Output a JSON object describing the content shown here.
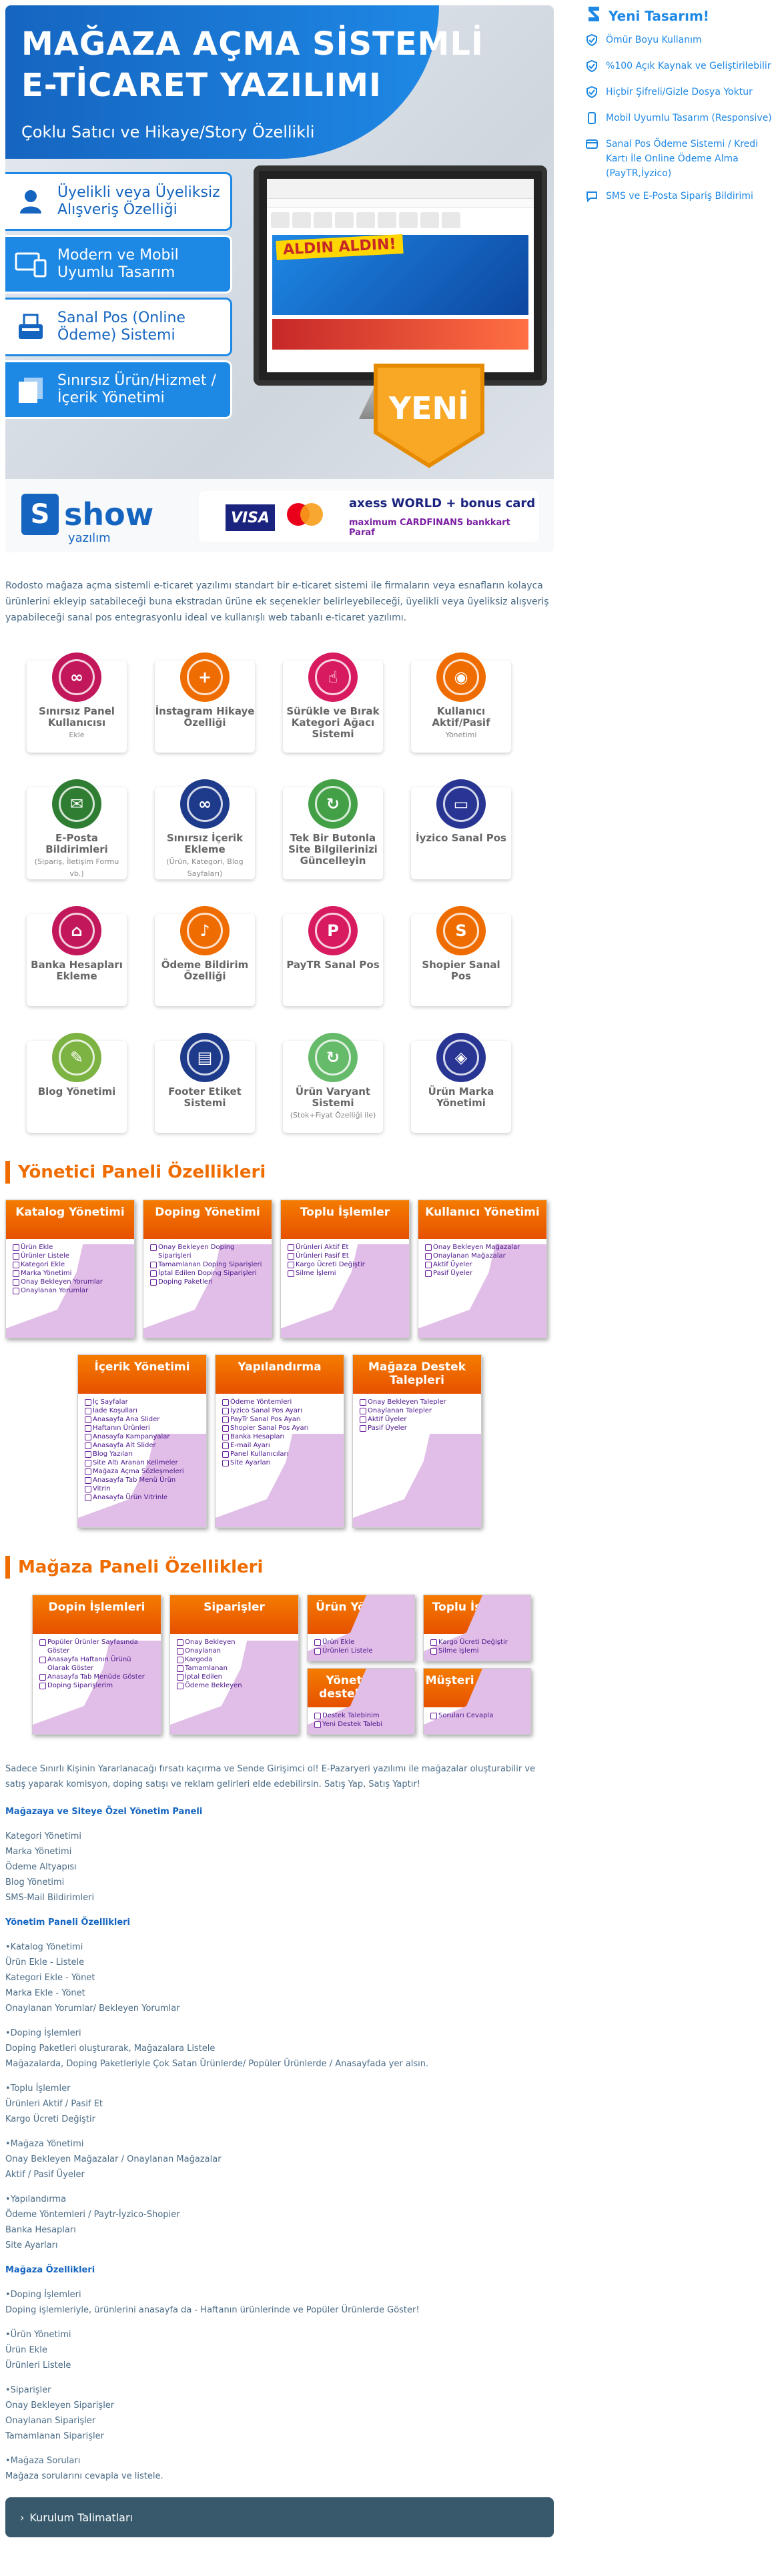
{
  "banner": {
    "title_line1": "MAĞAZA AÇMA SİSTEMLİ",
    "title_line2": "E-TİCARET YAZILIMI",
    "subtitle": "Çoklu Satıcı ve Hikaye/Story Özellikli",
    "features": [
      {
        "label": "Üyelikli veya Üyeliksiz Alışveriş Özelliği",
        "icon": "user-icon"
      },
      {
        "label": "Modern ve Mobil Uyumlu Tasarım",
        "icon": "devices-icon"
      },
      {
        "label": "Sanal Pos (Online Ödeme) Sistemi",
        "icon": "pos-icon"
      },
      {
        "label": "Sınırsız Ürün/Hizmet /İçerik Yönetimi",
        "icon": "copy-icon"
      }
    ],
    "screen_ad": "ALDIN ALDIN!",
    "badge": "YENİ",
    "logo_word": "show",
    "logo_sub": "yazılım",
    "payment": {
      "visa": "VISA",
      "cards1": "axess WORLD + bonus card",
      "cards2": "maximum CARDFINANS bankkart Paraf"
    }
  },
  "description": "Rodosto mağaza açma sistemli e-ticaret yazılımı standart bir e-ticaret sistemi ile firmaların veya esnafların kolayca ürünlerini ekleyip satabileceği buna ekstradan ürüne ek seçenekler belirleyebileceği, üyelikli veya üyeliksiz alışveriş yapabileceği sanal pos entegrasyonlu ideal ve kullanışlı web tabanlı e-ticaret yazılımı.",
  "feature_icons": [
    {
      "title": "Sınırsız Panel Kullanıcısı",
      "sub": "Ekle",
      "color": "#c2185b",
      "glyph": "∞"
    },
    {
      "title": "İnstagram Hikaye Özelliği",
      "sub": "",
      "color": "#ef6c00",
      "glyph": "+"
    },
    {
      "title": "Sürükle ve Bırak Kategori Ağacı Sistemi",
      "sub": "",
      "color": "#d81b60",
      "glyph": "☝"
    },
    {
      "title": "Kullanıcı Aktif/Pasif",
      "sub": "Yönetimi",
      "color": "#ef6c00",
      "glyph": "◉"
    },
    {
      "title": "E-Posta Bildirimleri",
      "sub": "(Sipariş, İletişim Formu vb.)",
      "color": "#2e7d32",
      "glyph": "✉"
    },
    {
      "title": "Sınırsız İçerik Ekleme",
      "sub": "(Ürün, Kategori, Blog Sayfaları)",
      "color": "#1e3a8a",
      "glyph": "∞"
    },
    {
      "title": "Tek Bir Butonla Site Bilgilerinizi Güncelleyin",
      "sub": "",
      "color": "#43a047",
      "glyph": "↻"
    },
    {
      "title": "İyzico Sanal Pos",
      "sub": "",
      "color": "#283593",
      "glyph": "▭"
    },
    {
      "title": "Banka Hesapları Ekleme",
      "sub": "",
      "color": "#c2185b",
      "glyph": "⌂"
    },
    {
      "title": "Ödeme Bildirim Özelliği",
      "sub": "",
      "color": "#ef6c00",
      "glyph": "♪"
    },
    {
      "title": "PayTR Sanal Pos",
      "sub": "",
      "color": "#d81b60",
      "glyph": "P"
    },
    {
      "title": "Shopier Sanal Pos",
      "sub": "",
      "color": "#ef6c00",
      "glyph": "S"
    },
    {
      "title": "Blog Yönetimi",
      "sub": "",
      "color": "#7cb342",
      "glyph": "✎"
    },
    {
      "title": "Footer Etiket Sistemi",
      "sub": "",
      "color": "#1e3a8a",
      "glyph": "▤"
    },
    {
      "title": "Ürün Varyant Sistemi",
      "sub": "(Stok+Fiyat Özelliği ile)",
      "color": "#66bb6a",
      "glyph": "↻"
    },
    {
      "title": "Ürün Marka Yönetimi",
      "sub": "",
      "color": "#283593",
      "glyph": "◈"
    }
  ],
  "admin_section": {
    "title": "Yönetici Paneli Özellikleri",
    "cards": [
      {
        "title": "Katalog Yönetimi",
        "items": [
          "Ürün Ekle",
          "Ürünler Listele",
          "Kategori Ekle",
          "Marka Yönetimi",
          "Onay Bekleyen Yorumlar",
          "Onaylanan Yorumlar"
        ]
      },
      {
        "title": "Doping Yönetimi",
        "items": [
          "Onay Bekleyen Doping Siparişleri",
          "Tamamlanan Doping Siparişleri",
          "İptal Edilen Doping Siparişleri",
          "Doping Paketleri"
        ]
      },
      {
        "title": "Toplu İşlemler",
        "items": [
          "Ürünleri Aktif Et",
          "Ürünleri Pasif Et",
          "Kargo Ücreti Değiştir",
          "Silme İşlemi"
        ]
      },
      {
        "title": "Kullanıcı Yönetimi",
        "items": [
          "Onay Bekleyen Mağazalar",
          "Onaylanan Mağazalar",
          "Aktif Üyeler",
          "Pasif Üyeler"
        ]
      },
      {
        "title": "İçerik Yönetimi",
        "items": [
          "İç Sayfalar",
          "İade Koşulları",
          "Anasayfa Ana Slider",
          "Haftanın Ürünleri",
          "Anasayfa Kampanyalar",
          "Anasayfa Alt Slider",
          "Blog Yazıları",
          "Site Altı Aranan Kelimeler",
          "Mağaza Açma Sözleşmeleri",
          "Anasayfa Tab Menü Ürün",
          "Vitrin",
          "Anasayfa Ürün Vitrinle"
        ]
      },
      {
        "title": "Yapılandırma",
        "items": [
          "Ödeme Yöntemleri",
          "İyzico Sanal Pos Ayarı",
          "PayTr Sanal Pos Ayarı",
          "Shopier Sanal Pos Ayarı",
          "Banka Hesapları",
          "E-mail Ayarı",
          "Panel Kullanıcıları",
          "Site Ayarları"
        ]
      },
      {
        "title": "Mağaza Destek Talepleri",
        "items": [
          "Onay Bekleyen Talepler",
          "Onaylanan Talepler",
          "Aktif Üyeler",
          "Pasif Üyeler"
        ]
      }
    ]
  },
  "store_section": {
    "title": "Mağaza Paneli Özellikleri",
    "cards": [
      {
        "title": "Dopin İşlemleri",
        "items": [
          "Popüler Ürünler Sayfasında Göster",
          "Anasayfa Haftanın Ürünü Olarak Göster",
          "Anasayfa Tab Menüde Göster",
          "Doping Siparişlerim"
        ]
      },
      {
        "title": "Siparişler",
        "items": [
          "Onay Bekleyen",
          "Onaylanan",
          "Kargoda",
          "Tamamlanan",
          "İptal Edilen",
          "Ödeme Bekleyen"
        ]
      },
      {
        "title": "Ürün Yönetimi",
        "items": [
          "Ürün Ekle",
          "Ürünleri Listele"
        ]
      },
      {
        "title": "Toplu İşlemler",
        "items": [
          "Kargo Ücreti Değiştir",
          "Silme İşlemi"
        ]
      },
      {
        "title": "Yönetici ile destek talebi",
        "items": [
          "Destek Talebinim",
          "Yeni Destek Talebi"
        ]
      },
      {
        "title": "Müşteri Soruları",
        "items": [
          "Soruları Cevapla"
        ]
      }
    ]
  },
  "promo_text": "Sadece Sınırlı Kişinin Yararlanacağı fırsatı kaçırma ve Sende Girişimci ol! E-Pazaryeri yazılımı ile mağazalar oluşturabilir ve satış yaparak komisyon, doping satışı ve reklam gelirleri elde edebilirsin. Satış Yap, Satış Yaptır!",
  "lists": {
    "h1": "Mağazaya ve Siteye Özel Yönetim Paneli",
    "l1": [
      "Kategori Yönetimi",
      "Marka Yönetimi",
      "Ödeme Altyapısı",
      "Blog Yönetimi",
      "SMS-Mail Bildirimleri"
    ],
    "h2": "Yönetim Paneli Özellikleri",
    "g1": [
      "•Katalog Yönetimi",
      "Ürün Ekle - Listele",
      "Kategori Ekle - Yönet",
      "Marka Ekle - Yönet",
      "Onaylanan Yorumlar/ Bekleyen Yorumlar"
    ],
    "g2": [
      "•Doping İşlemleri",
      "Doping Paketleri oluşturarak, Mağazalara Listele",
      "Mağazalarda, Doping Paketleriyle Çok Satan Ürünlerde/ Popüler Ürünlerde / Anasayfada yer alsın."
    ],
    "g3": [
      "•Toplu İşlemler",
      "Ürünleri Aktif / Pasif Et",
      "Kargo Ücreti Değiştir"
    ],
    "g4": [
      "•Mağaza Yönetimi",
      "Onay Bekleyen Mağazalar / Onaylanan Mağazalar",
      "Aktif / Pasif Üyeler"
    ],
    "g5": [
      "•Yapılandırma",
      "Ödeme Yöntemleri / Paytr-İyzico-Shopier",
      "Banka Hesapları",
      "Site Ayarları"
    ],
    "h3": "Mağaza Özellikleri",
    "g6": [
      "•Doping İşlemleri",
      "Doping işlemleriyle, ürünlerini anasayfa da - Haftanın ürünlerinde ve Popüler Ürünlerde Göster!"
    ],
    "g7": [
      "•Ürün Yönetimi",
      "Ürün Ekle",
      "Ürünleri Listele"
    ],
    "g8": [
      "•Siparişler",
      "Onay Bekleyen Siparişler",
      "Onaylanan Siparişler",
      "Tamamlanan Siparişler"
    ],
    "g9": [
      "•Mağaza Soruları",
      "Mağaza sorularını cevapla ve listele."
    ]
  },
  "install_label": "Kurulum Talimatları",
  "sidebar": {
    "title": "Yeni Tasarım!",
    "items": [
      {
        "label": "Ömür Boyu Kullanım",
        "icon": "shield-icon"
      },
      {
        "label": "%100 Açık Kaynak ve Geliştirilebilir",
        "icon": "shield-icon"
      },
      {
        "label": "Hiçbir Şifreli/Gizle Dosya Yoktur",
        "icon": "shield-icon"
      },
      {
        "label": "Mobil Uyumlu Tasarım (Responsive)",
        "icon": "mobile-icon"
      },
      {
        "label": "Sanal Pos Ödeme Sistemi / Kredi Kartı İle Online Ödeme Alma (PayTR,İyzico)",
        "icon": "card-icon"
      },
      {
        "label": "SMS ve E-Posta Sipariş Bildirimi",
        "icon": "chat-icon"
      }
    ]
  }
}
